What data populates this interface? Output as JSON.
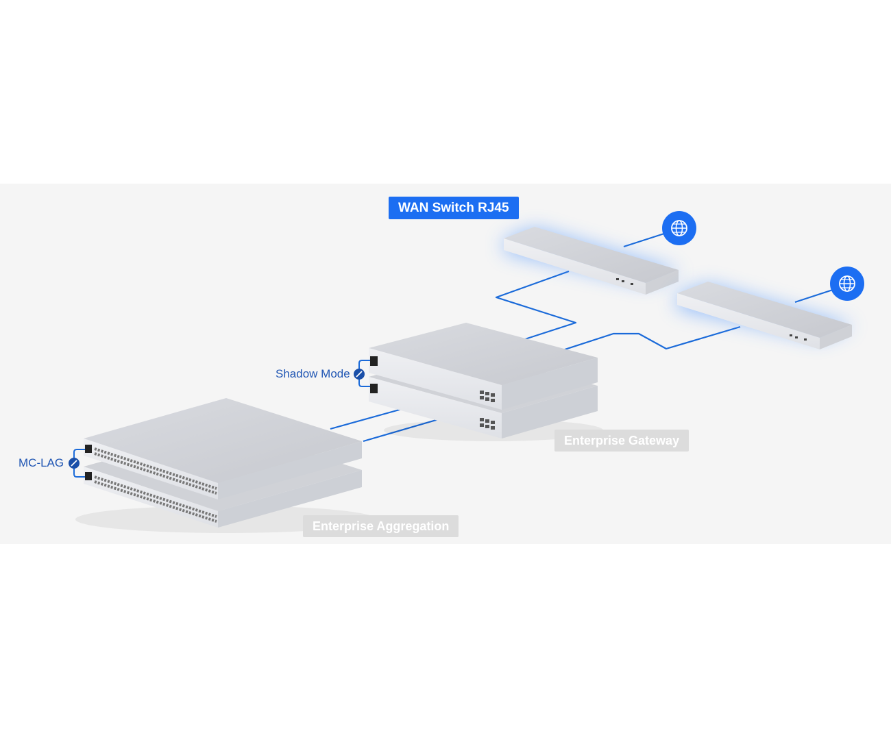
{
  "labels": {
    "wan_switch": "WAN Switch RJ45",
    "enterprise_gateway": "Enterprise Gateway",
    "enterprise_aggregation": "Enterprise Aggregation",
    "shadow_mode": "Shadow Mode",
    "mc_lag": "MC-LAG"
  },
  "icons": {
    "internet": "globe-icon",
    "link": "link-icon"
  },
  "colors": {
    "accent": "#1c6ef2",
    "line": "#1a6ad9",
    "text_blue": "#1f55b3",
    "tag_gray": "#dcdcdc",
    "glow": "#3f8cff",
    "background": "#f5f5f5"
  }
}
